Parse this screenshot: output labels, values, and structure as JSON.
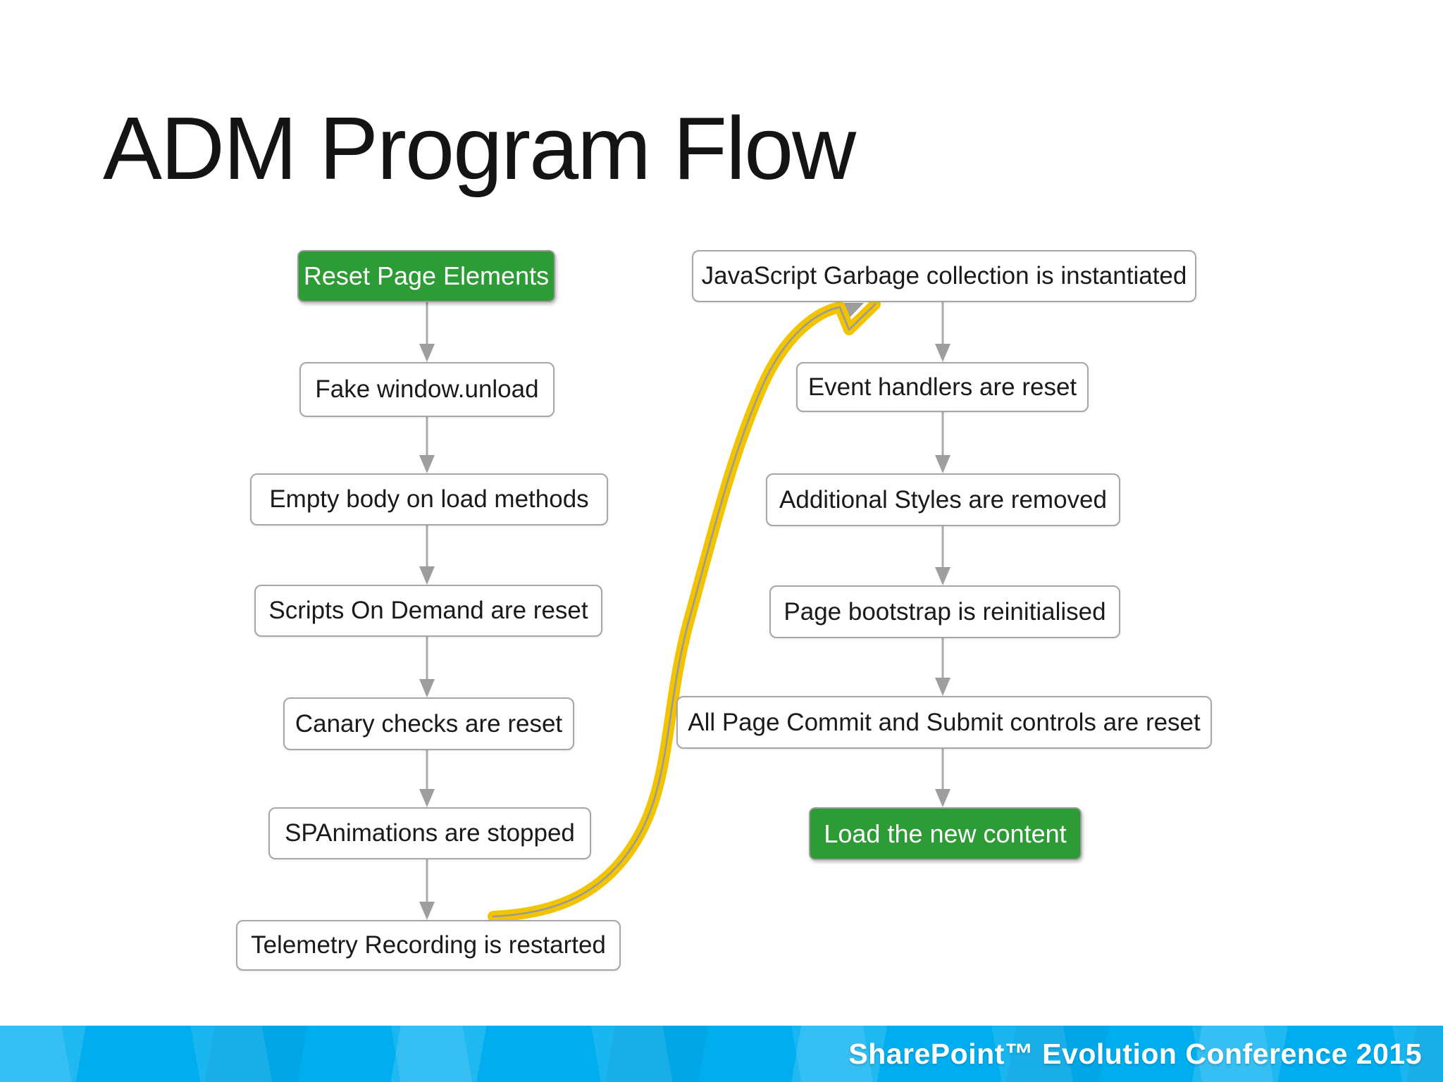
{
  "slide": {
    "title": "ADM Program Flow"
  },
  "footer": {
    "label": "SharePoint™ Evolution Conference 2015"
  },
  "diagram": {
    "left_column": {
      "nodes": [
        {
          "label": "Reset Page Elements",
          "variant": "start-green"
        },
        {
          "label": "Fake window.unload",
          "variant": "step"
        },
        {
          "label": "Empty body on load methods",
          "variant": "step"
        },
        {
          "label": "Scripts On Demand are reset",
          "variant": "step"
        },
        {
          "label": "Canary checks are reset",
          "variant": "step"
        },
        {
          "label": "SPAnimations are stopped",
          "variant": "step"
        },
        {
          "label": "Telemetry Recording is restarted",
          "variant": "step"
        }
      ]
    },
    "right_column": {
      "nodes": [
        {
          "label": "JavaScript Garbage collection is instantiated",
          "variant": "step"
        },
        {
          "label": "Event handlers are reset",
          "variant": "step"
        },
        {
          "label": "Additional Styles are removed",
          "variant": "step"
        },
        {
          "label": "Page bootstrap is reinitialised",
          "variant": "step"
        },
        {
          "label": "All Page Commit and Submit controls are reset",
          "variant": "step"
        },
        {
          "label": "Load the new content",
          "variant": "end-green"
        }
      ]
    },
    "yellow_connector": {
      "from": "Telemetry Recording is restarted",
      "to": "JavaScript Garbage collection is instantiated"
    }
  },
  "colors": {
    "accent_green": "#2e9c36",
    "box_border_gray": "#a6a6a6",
    "arrow_gray": "#9e9e9e",
    "highlight_yellow": "#f2c400",
    "footer_blue": "#00aeef",
    "title_black": "#141414"
  }
}
